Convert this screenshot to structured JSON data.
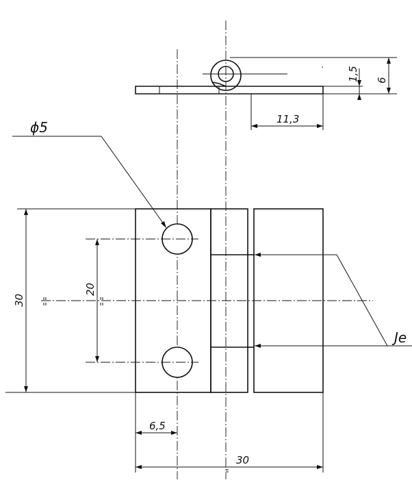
{
  "dimensions": {
    "hole_diameter": "ϕ5",
    "hole_spacing": "20",
    "height": "30",
    "width": "30",
    "hole_offset": "6,5",
    "leaf_length": "11,3",
    "leaf_thickness": "1,5",
    "knuckle_height": "6"
  },
  "labels": {
    "gap_callout": "Je"
  }
}
